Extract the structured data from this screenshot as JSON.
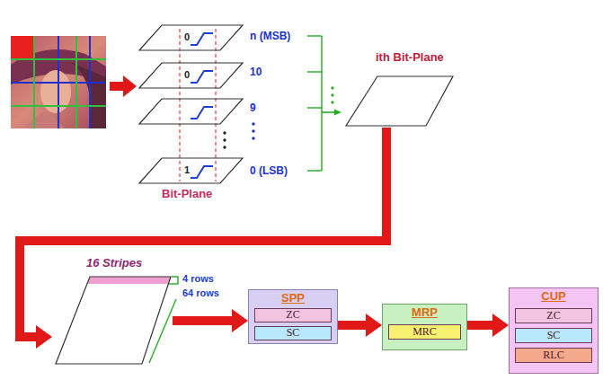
{
  "diagram": {
    "nodes": [
      {
        "text": [
          "Bit-Plane"
        ]
      },
      {
        "text": [
          "ith Bit-Plane"
        ]
      },
      {
        "text": [
          "16 Stripes"
        ]
      },
      {
        "text": [
          "SPP"
        ]
      },
      {
        "text": [
          "ZC"
        ],
        "in": 3
      },
      {
        "text": [
          "SC"
        ],
        "in": 3
      },
      {
        "text": [
          "MRP"
        ]
      },
      {
        "text": [
          "MRC"
        ],
        "in": 6
      },
      {
        "text": [
          "CUP"
        ]
      },
      {
        "text": [
          "ZC"
        ],
        "in": 8
      },
      {
        "text": [
          "SC"
        ],
        "in": 8
      },
      {
        "text": [
          "RLC"
        ],
        "in": 8
      }
    ],
    "edges": [
      {
        "from": 0,
        "to": 1,
        "arrow": "to"
      },
      {
        "from": 1,
        "to": 2,
        "arrow": "to"
      },
      {
        "from": 2,
        "to": 3,
        "arrow": "to"
      },
      {
        "from": 3,
        "to": 6,
        "arrow": "to"
      },
      {
        "from": 6,
        "to": 8,
        "arrow": "to"
      }
    ],
    "labels": [
      "n (MSB)",
      "10",
      "9",
      "0 (LSB)",
      "0",
      "0",
      "1",
      "4 rows",
      "64 rows"
    ]
  }
}
